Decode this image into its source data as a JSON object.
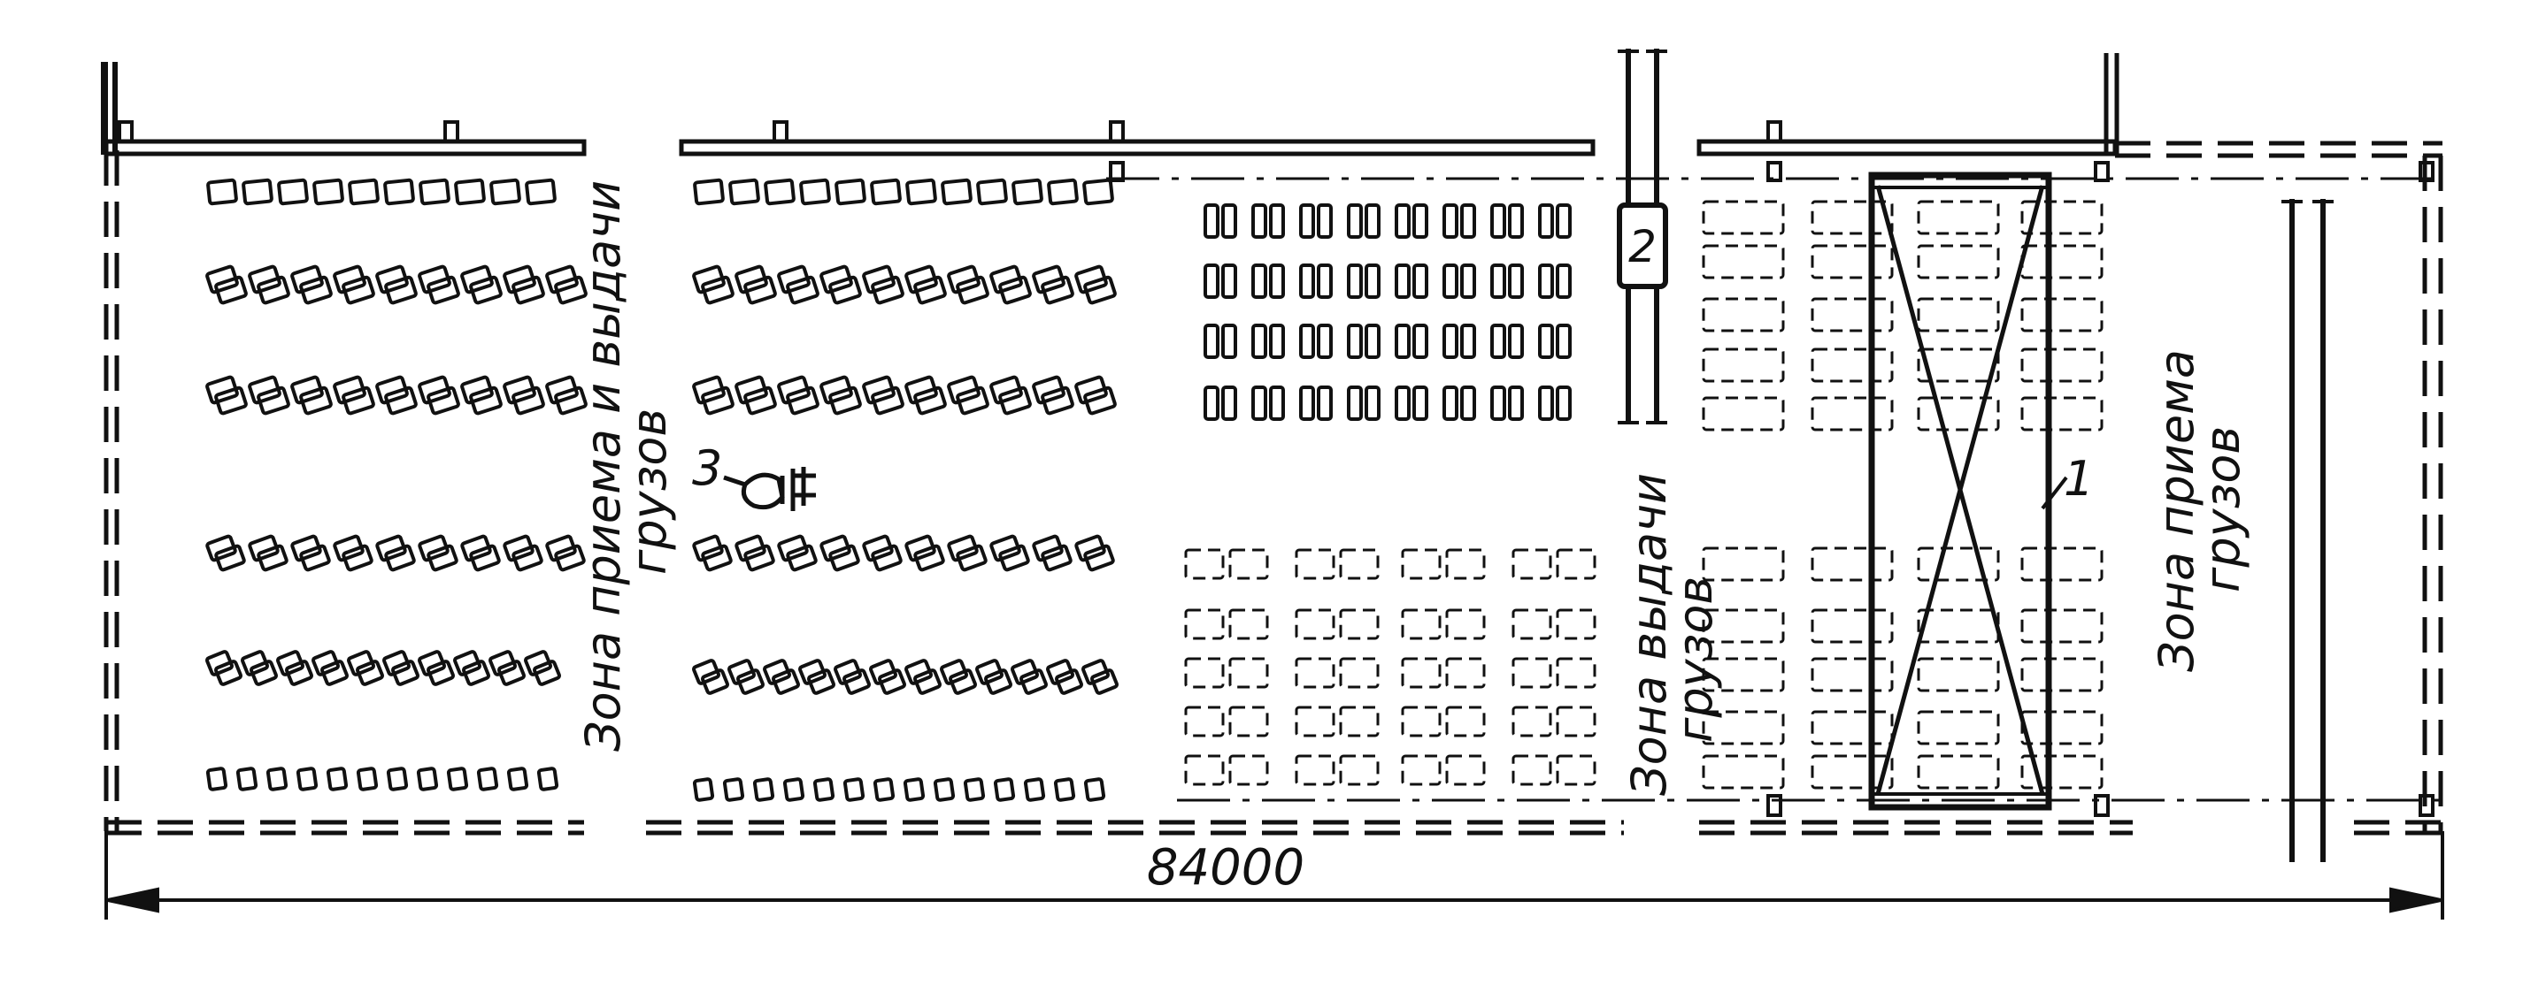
{
  "dimension": {
    "text": "84000"
  },
  "zones": {
    "receive_issue": {
      "line1": "Зона приема и выдачи",
      "line2": "грузов"
    },
    "issue": {
      "line1": "Зона выдачи",
      "line2": "грузов"
    },
    "receive": {
      "line1": "Зона приема",
      "line2": "грузов"
    }
  },
  "markers": {
    "crane": "1",
    "rack_crane": "2",
    "stacker": "3"
  },
  "colors": {
    "ink": "#111111",
    "paper": "#ffffff"
  }
}
